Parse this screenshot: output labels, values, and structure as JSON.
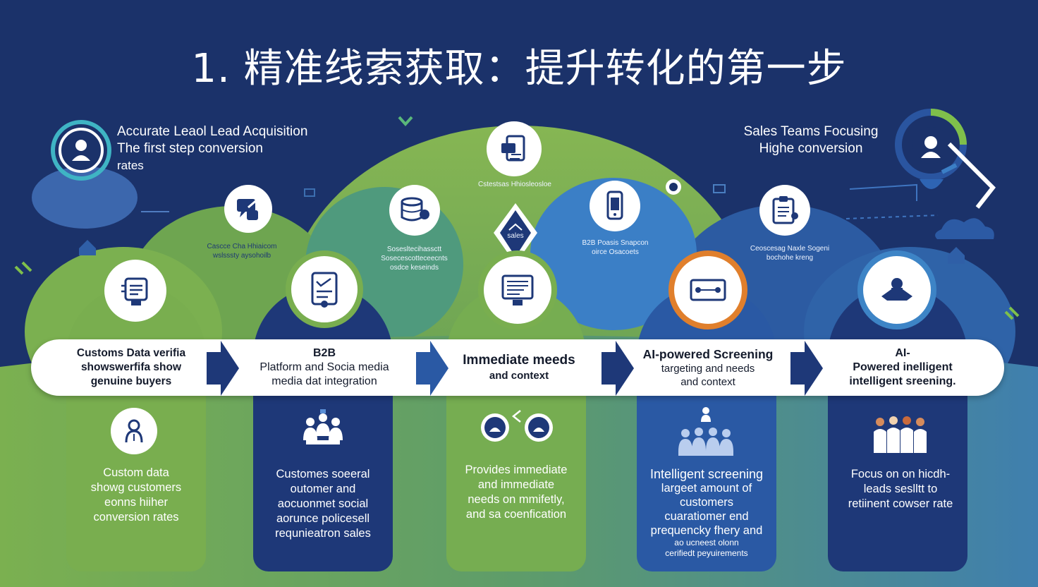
{
  "title": "1. 精准线索获取：提升转化的第一步",
  "corners": {
    "left": {
      "lines": [
        "Accurate Leaol Lead Acquisition",
        "The first step conversion",
        "rates"
      ]
    },
    "right": {
      "lines": [
        "Sales Teams Focusing",
        "Highe conversion"
      ]
    }
  },
  "mid_captions": {
    "center_top": "Cstestsas Hhiosleosloe",
    "left_hill": [
      "Cascce Cha Hhiaicom",
      "wslsssty aysohoilb"
    ],
    "db": [
      "Sosesltecihassctt",
      "Sosecescotteceecnts",
      "osdce keseinds"
    ],
    "diamond": "sales",
    "b2b": [
      "B2B Poasis Snapcon",
      "oirce Osacoets"
    ],
    "right_hill": [
      "Ceoscesag Naxle Sogeni",
      "bochohe kreng"
    ]
  },
  "steps": [
    {
      "lines": [
        "Customs Data verifia",
        "showswerfifa show",
        "genuine buyers"
      ]
    },
    {
      "lines": [
        "B2B",
        "Platform and Socia media",
        "media dat integration"
      ]
    },
    {
      "lines": [
        "Immediate meeds",
        "and context"
      ]
    },
    {
      "lines": [
        "AI-powered Screening",
        "targeting and needs",
        "and context"
      ]
    },
    {
      "lines": [
        "AI-",
        "Powered inelligent",
        "intelligent sreening."
      ]
    }
  ],
  "descriptions": [
    {
      "lines": [
        "Custom data",
        "showg customers",
        "eonns hiiher",
        "conversion rates"
      ]
    },
    {
      "lines": [
        "Customes soeeral",
        "outomer and",
        "aocuonmet social",
        "aorunce policesell",
        "requnieatron sales"
      ]
    },
    {
      "lines": [
        "Provides immediate",
        "and immediate",
        "needs on mmifetly,",
        "and sa coenfication"
      ]
    },
    {
      "lines": [
        "Intelligent screening",
        "largeet amount of",
        "customers",
        "cuaratiomer end",
        "prequencky fhery and",
        "ao ucneest olonn",
        "cerifiedt peyuirements"
      ]
    },
    {
      "lines": [
        "Focus on on hicdh-",
        "leads seslltt to",
        "retiinent cowser rate"
      ]
    }
  ],
  "colors": {
    "background": "#1b326a",
    "navy": "#1e3878",
    "green": "#79ae4f",
    "mid_blue": "#2a59a4",
    "light_blue": "#3d84c6",
    "orange": "#e07f2c"
  },
  "icons": [
    "person-icon",
    "chat-hand-icon",
    "database-icon",
    "document-icon",
    "phone-icon",
    "clipboard-icon",
    "robot-icon",
    "checklist-icon",
    "monitor-icon",
    "filter-icon",
    "cloud-icon",
    "buyer-icon",
    "team-icon",
    "chat-faces-icon",
    "crowd-icon"
  ]
}
